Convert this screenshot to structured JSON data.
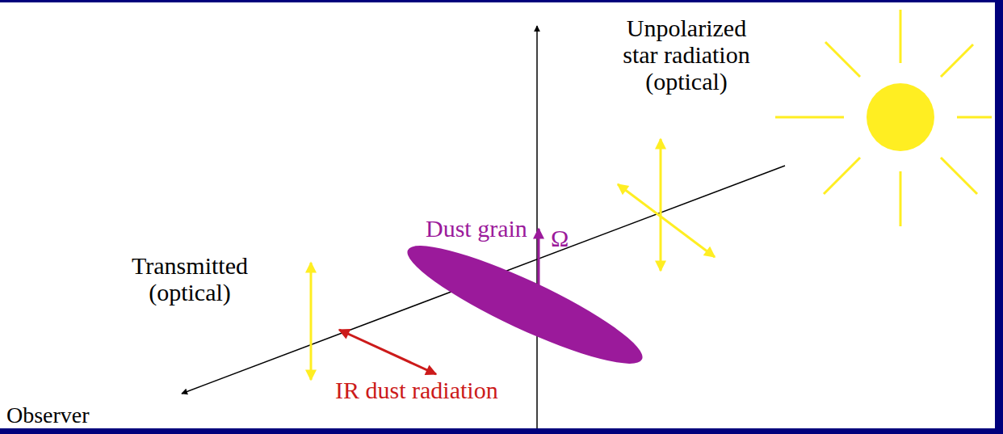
{
  "diagram": {
    "labels": [
      "Unpolarized star radiation (optical)",
      "Ω",
      "Dust grain",
      "Transmitted (optical)",
      "IR dust radiation",
      "Observer"
    ]
  }
}
